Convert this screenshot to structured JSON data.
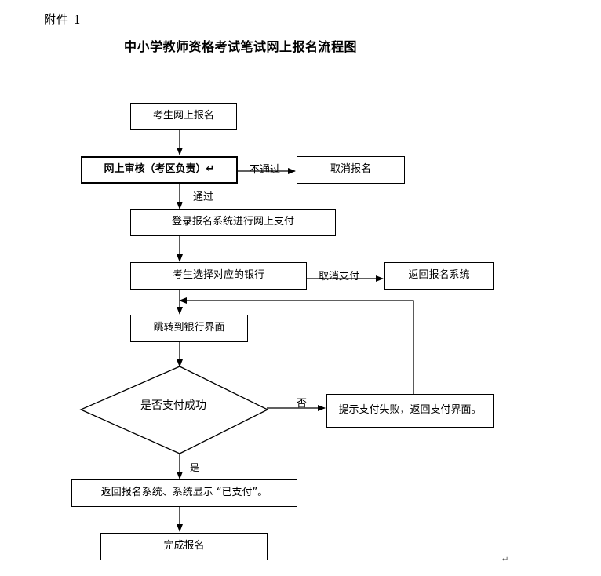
{
  "document": {
    "attachment_label": "附件 1",
    "title": "中小学教师资格考试笔试网上报名流程图",
    "return_mark": "↵"
  },
  "nodes": {
    "register": "考生网上报名",
    "review": "网上审核（考区负责）↵",
    "cancel_register": "取消报名",
    "login_pay": "登录报名系统进行网上支付",
    "choose_bank": "考生选择对应的银行",
    "return_system": "返回报名系统",
    "jump_bank": "跳转到银行界面",
    "decision": "是否支付成功",
    "fail_notice": "提示支付失败，返回支付界面。",
    "return_paid": "返回报名系统、系统显示 “已支付”。",
    "complete": "完成报名"
  },
  "edges": {
    "not_passed": "不通过",
    "passed": "通过",
    "cancel_payment": "取消支付",
    "no": "否",
    "yes": "是"
  }
}
